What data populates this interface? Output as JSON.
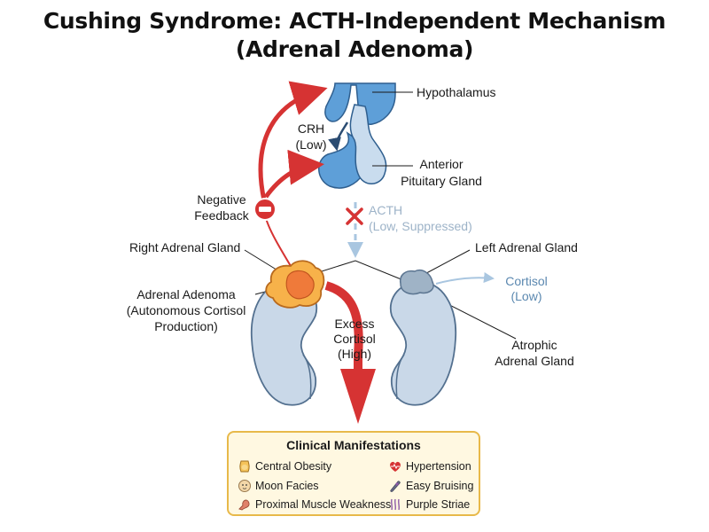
{
  "title": {
    "line1": "Cushing Syndrome: ACTH-Independent Mechanism",
    "line2": "(Adrenal Adenoma)"
  },
  "labels": {
    "hypothalamus": "Hypothalamus",
    "crh": "CRH",
    "crh_level": "(Low)",
    "anterior_pituitary_1": "Anterior",
    "anterior_pituitary_2": "Pituitary Gland",
    "negative_feedback_1": "Negative",
    "negative_feedback_2": "Feedback",
    "acth": "ACTH",
    "acth_level": "(Low, Suppressed)",
    "right_adrenal": "Right Adrenal Gland",
    "left_adrenal": "Left Adrenal Gland",
    "adenoma_1": "Adrenal Adenoma",
    "adenoma_2": "(Autonomous Cortisol",
    "adenoma_3": "Production)",
    "cortisol_low_1": "Cortisol",
    "cortisol_low_2": "(Low)",
    "excess_1": "Excess",
    "excess_2": "Cortisol",
    "excess_3": "(High)",
    "atrophic_1": "Atrophic",
    "atrophic_2": "Adrenal Gland"
  },
  "manifestations": {
    "title": "Clinical Manifestations",
    "items": [
      {
        "label": "Central Obesity",
        "icon": "torso-icon"
      },
      {
        "label": "Hypertension",
        "icon": "heart-pulse-icon"
      },
      {
        "label": "Moon Facies",
        "icon": "moon-face-icon"
      },
      {
        "label": "Easy Bruising",
        "icon": "bruise-icon"
      },
      {
        "label": "Proximal Muscle Weakness",
        "icon": "muscle-arm-icon"
      },
      {
        "label": "Purple Striae",
        "icon": "striae-icon"
      }
    ]
  },
  "colors": {
    "red": "#d63333",
    "gland_blue": "#5e9fd8",
    "pituitary_light": "#c9dcee",
    "adenoma_orange": "#f08a3c",
    "kidney_blue": "#c9d8e8",
    "atrophic_gray": "#9fb3c6",
    "box_fill": "#fff8e1",
    "box_border": "#e8b94a"
  }
}
